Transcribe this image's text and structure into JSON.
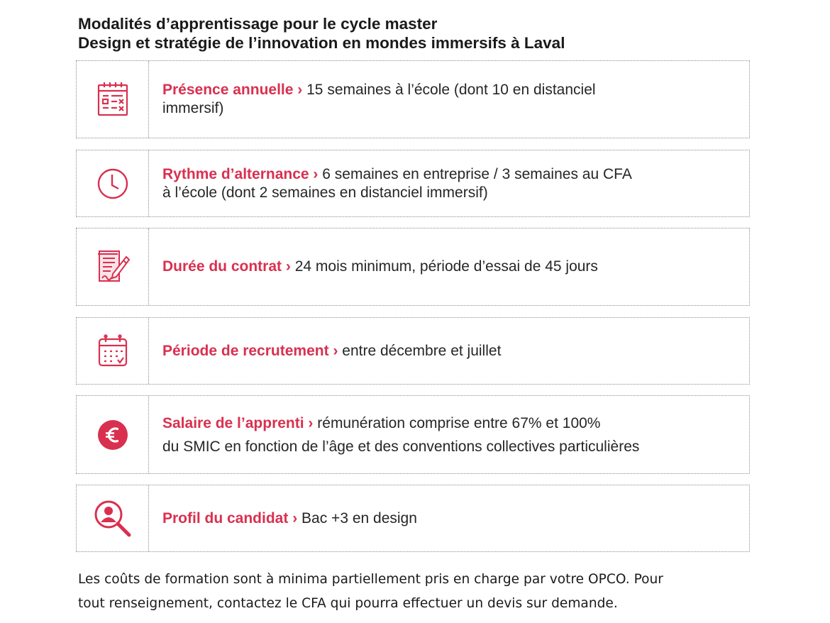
{
  "heading": {
    "line1": "Modalités d’apprentissage pour le cycle master",
    "line2": "Design et stratégie de l’innovation en mondes immersifs à Laval"
  },
  "colors": {
    "accent": "#d9304f",
    "border": "#8c8c8c",
    "text": "#262626"
  },
  "items": [
    {
      "icon": "planning-board-icon",
      "label": "Présence annuelle",
      "separator": "›",
      "line1": "15 semaines à l’école (dont 10 en distanciel",
      "line2": "immersif)"
    },
    {
      "icon": "clock-icon",
      "label": "Rythme d’alternance",
      "separator": "›",
      "line1": "6 semaines en entreprise / 3 semaines au CFA",
      "line2": "à l’école (dont 2 semaines en distanciel immersif)"
    },
    {
      "icon": "contract-signature-icon",
      "label": "Durée du contrat",
      "separator": "›",
      "line1": "24 mois minimum, période d’essai de 45 jours",
      "line2": ""
    },
    {
      "icon": "calendar-icon",
      "label": "Période de recrutement",
      "separator": "›",
      "line1": "entre décembre et juillet",
      "line2": ""
    },
    {
      "icon": "euro-coin-icon",
      "label": "Salaire de l’apprenti",
      "separator": "›",
      "line1": "rémunération comprise entre 67% et 100%",
      "line2": "du SMIC en fonction de l’âge et des conventions collectives particulières"
    },
    {
      "icon": "candidate-search-icon",
      "label": "Profil du candidat",
      "separator": "›",
      "line1": "Bac +3 en design",
      "line2": ""
    }
  ],
  "footer": {
    "line1": "Les coûts de formation sont à minima partiellement pris en charge par votre OPCO. Pour",
    "line2": "tout renseignement, contactez le CFA qui pourra effectuer un devis sur demande."
  }
}
